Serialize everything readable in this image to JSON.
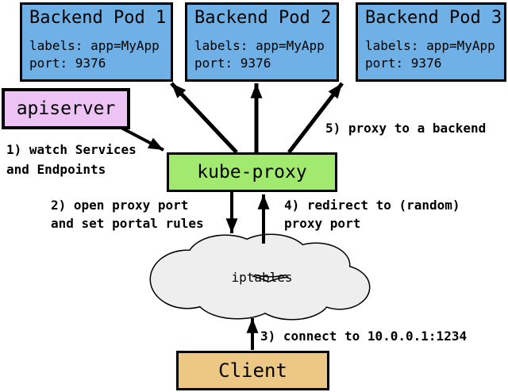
{
  "colors": {
    "background": "#ffffff",
    "border": "#000000",
    "pod_fill": "#6FB1E6",
    "apiserver_fill": "#EDC2F4",
    "kube_proxy_fill": "#A1EA6F",
    "client_fill": "#EDC884",
    "cloud_fill": "#EEEEEE",
    "text": "#000000"
  },
  "pods": [
    {
      "title": "Backend Pod 1",
      "labels_line": "labels: app=MyApp",
      "port_line": "port: 9376"
    },
    {
      "title": "Backend Pod 2",
      "labels_line": "labels: app=MyApp",
      "port_line": "port: 9376"
    },
    {
      "title": "Backend Pod 3",
      "labels_line": "labels: app=MyApp",
      "port_line": "port: 9376"
    }
  ],
  "nodes": {
    "apiserver": "apiserver",
    "kube_proxy": "kube-proxy",
    "iptables": "iptables",
    "client": "Client"
  },
  "annotations": {
    "step1": "1) watch Services\nand Endpoints",
    "step2": "2) open proxy port\nand set portal rules",
    "step3": "3) connect to 10.0.0.1:1234",
    "step4": "4) redirect to (random)\nproxy port",
    "step5": "5) proxy to a backend"
  }
}
